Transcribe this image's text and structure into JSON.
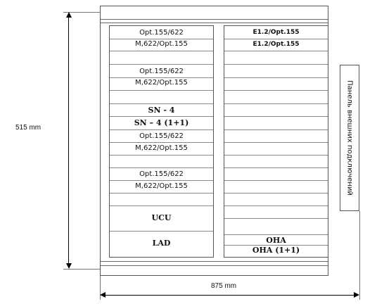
{
  "dimensions": {
    "height_label": "515 mm",
    "width_label": "875 mm"
  },
  "side_panel": {
    "label": "Панель внешних подключений"
  },
  "left_column": {
    "opt_pair_1": [
      "Opt.155/622",
      "M,622/Opt.155"
    ],
    "opt_pair_2": [
      "Opt.155/622",
      "M,622/Opt.155"
    ],
    "sn4": "SN - 4",
    "sn4_redundant": "SN – 4 (1+1)",
    "opt_pair_3": [
      "Opt.155/622",
      "M,622/Opt.155"
    ],
    "opt_pair_4": [
      "Opt.155/622",
      "M,622/Opt.155"
    ],
    "ucu": "UCU",
    "lad": "LAD"
  },
  "right_column": {
    "e1_slots": [
      "E1.2/Opt.155",
      "E1.2/Opt.155"
    ],
    "oha": "OHA",
    "oha_redundant": "OHA (1+1)"
  }
}
